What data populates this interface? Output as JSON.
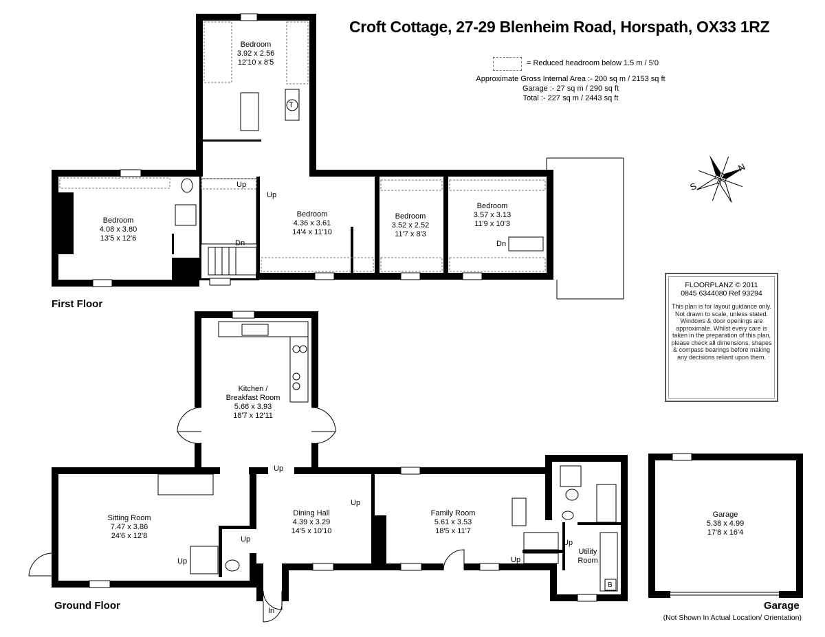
{
  "header": {
    "title": "Croft Cottage, 27-29 Blenheim Road, Horspath, OX33 1RZ",
    "legend_text": "= Reduced headroom below 1.5 m / 5'0",
    "area_lines": [
      "Approximate Gross Internal Area :- 200 sq m / 2153 sq ft",
      "Garage :- 27 sq m / 290 sq ft",
      "Total :- 227 sq m / 2443 sq ft"
    ]
  },
  "compass": {
    "label_s": "S",
    "label_n": "N",
    "icon": "compass-rose-icon"
  },
  "floors": {
    "first": "First Floor",
    "ground": "Ground Floor",
    "garage": "Garage",
    "garage_note": "(Not Shown In Actual Location/ Orientation)"
  },
  "first_floor_rooms": [
    {
      "name": "Bedroom",
      "metric": "3.92 x 2.56",
      "imperial": "12'10 x 8'5"
    },
    {
      "name": "Bedroom",
      "metric": "4.08 x 3.80",
      "imperial": "13'5 x 12'6"
    },
    {
      "name": "Bedroom",
      "metric": "4.36 x 3.61",
      "imperial": "14'4 x 11'10"
    },
    {
      "name": "Bedroom",
      "metric": "3.52 x 2.52",
      "imperial": "11'7 x 8'3"
    },
    {
      "name": "Bedroom",
      "metric": "3.57 x 3.13",
      "imperial": "11'9 x 10'3"
    }
  ],
  "ground_floor_rooms": [
    {
      "name": "Kitchen /",
      "name2": "Breakfast Room",
      "metric": "5.66 x 3.93",
      "imperial": "18'7 x 12'11"
    },
    {
      "name": "Sitting Room",
      "metric": "7.47 x 3.86",
      "imperial": "24'6 x 12'8"
    },
    {
      "name": "Dining Hall",
      "metric": "4.39 x 3.29",
      "imperial": "14'5 x 10'10"
    },
    {
      "name": "Family Room",
      "metric": "5.61 x 3.53",
      "imperial": "18'5 x 11'7"
    },
    {
      "name": "Utility",
      "name2": "Room"
    }
  ],
  "garage_room": {
    "name": "Garage",
    "metric": "5.38 x 4.99",
    "imperial": "17'8 x 16'4"
  },
  "stair_labels": {
    "up": "Up",
    "dn": "Dn",
    "in": "In",
    "tank": "T",
    "boiler": "B"
  },
  "credit": {
    "brand": "FLOORPLANZ © 2011",
    "phone": "0845 6344080   Ref  93294",
    "note": "This plan is for layout guidance only. Not drawn to scale, unless stated. Windows & door openings are approximate. Whilst every care is taken in the preparation of this plan, please check all dimensions, shapes & compass bearings before making any decisions reliant upon them."
  }
}
